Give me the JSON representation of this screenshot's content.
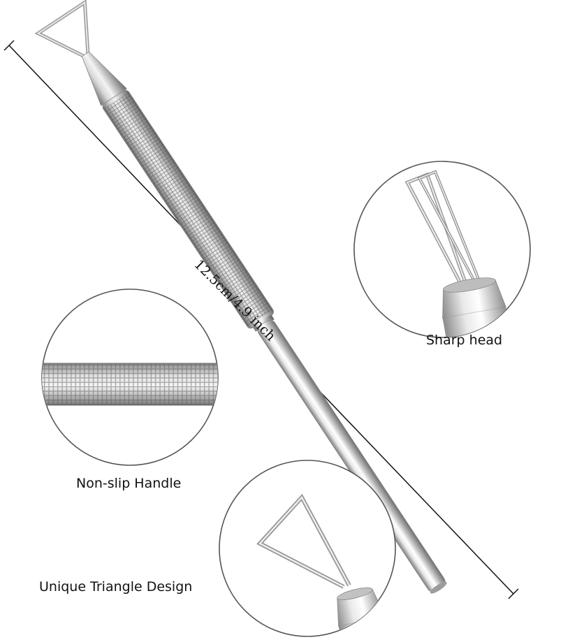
{
  "product_image": {
    "dimension_label": "12.5cm/4.9 inch",
    "callouts": {
      "sharp_head": "Sharp head",
      "non_slip_handle": "Non-slip Handle",
      "unique_triangle_design": "Unique Triangle Design"
    },
    "colors": {
      "background": "#ffffff",
      "metal_light": "#f2f2f2",
      "metal_mid": "#c8c8c8",
      "metal_dark": "#8e8e8e",
      "circle_outline": "#555555",
      "dimension_line": "#111111"
    }
  }
}
